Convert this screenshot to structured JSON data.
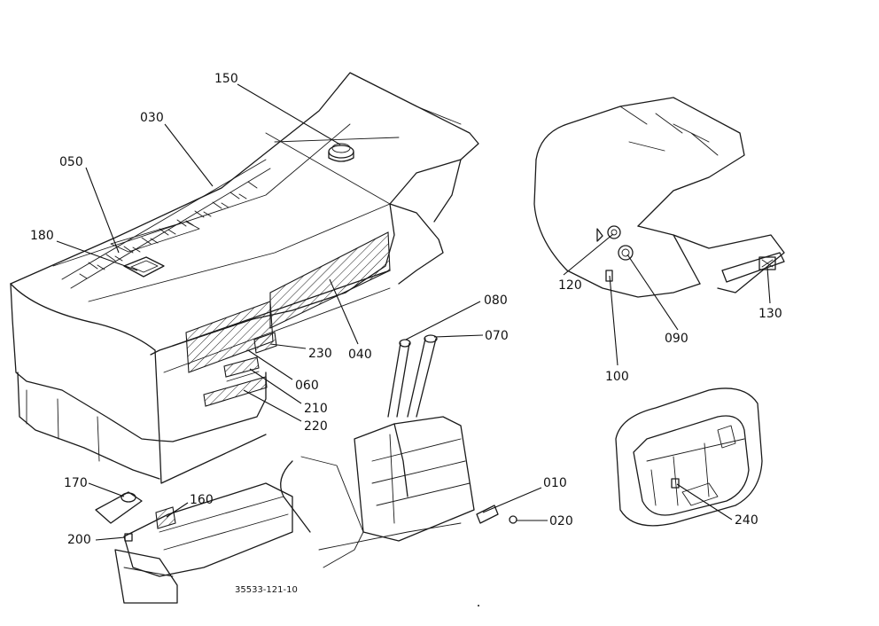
{
  "diagram": {
    "drawing_number": "35533-121-10",
    "callouts": [
      {
        "id": "c150",
        "label": "150"
      },
      {
        "id": "c030",
        "label": "030"
      },
      {
        "id": "c050",
        "label": "050"
      },
      {
        "id": "c180",
        "label": "180"
      },
      {
        "id": "c040",
        "label": "040"
      },
      {
        "id": "c230",
        "label": "230"
      },
      {
        "id": "c060",
        "label": "060"
      },
      {
        "id": "c210",
        "label": "210"
      },
      {
        "id": "c220",
        "label": "220"
      },
      {
        "id": "c080",
        "label": "080"
      },
      {
        "id": "c070",
        "label": "070"
      },
      {
        "id": "c010",
        "label": "010"
      },
      {
        "id": "c020",
        "label": "020"
      },
      {
        "id": "c170",
        "label": "170"
      },
      {
        "id": "c160",
        "label": "160"
      },
      {
        "id": "c200",
        "label": "200"
      },
      {
        "id": "c120",
        "label": "120"
      },
      {
        "id": "c090",
        "label": "090"
      },
      {
        "id": "c100",
        "label": "100"
      },
      {
        "id": "c130",
        "label": "130"
      },
      {
        "id": "c240",
        "label": "240"
      }
    ]
  },
  "colors": {
    "line": "#1a1a1a",
    "background": "#ffffff"
  }
}
